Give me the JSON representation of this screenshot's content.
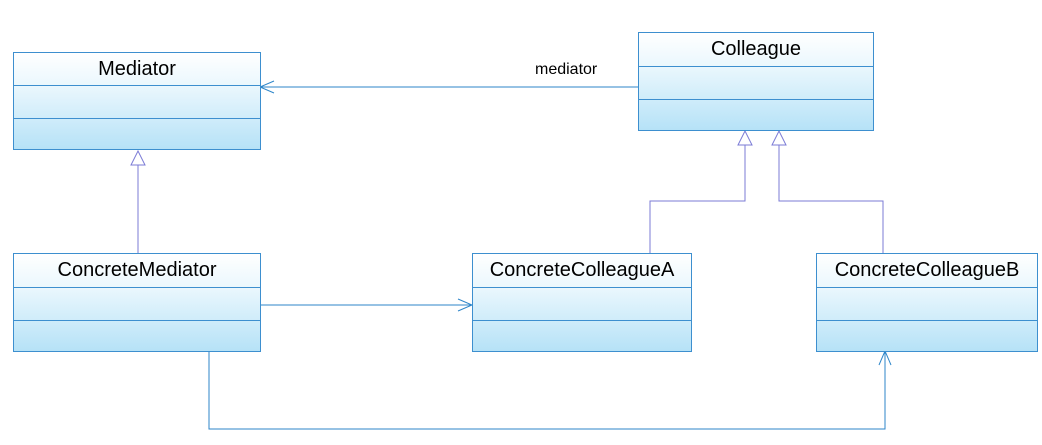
{
  "classes": {
    "mediator": {
      "name": "Mediator"
    },
    "colleague": {
      "name": "Colleague"
    },
    "concrete_mediator": {
      "name": "ConcreteMediator"
    },
    "concrete_colleague_a": {
      "name": "ConcreteColleagueA"
    },
    "concrete_colleague_b": {
      "name": "ConcreteColleagueB"
    }
  },
  "associations": {
    "colleague_to_mediator_role": "mediator"
  },
  "colors": {
    "class_border": "#3d8fcf",
    "class_fill_top": "#ffffff",
    "class_fill_bottom": "#b6e2f7",
    "generalization_line": "#7b7bd6",
    "association_line": "#2e86c9"
  }
}
